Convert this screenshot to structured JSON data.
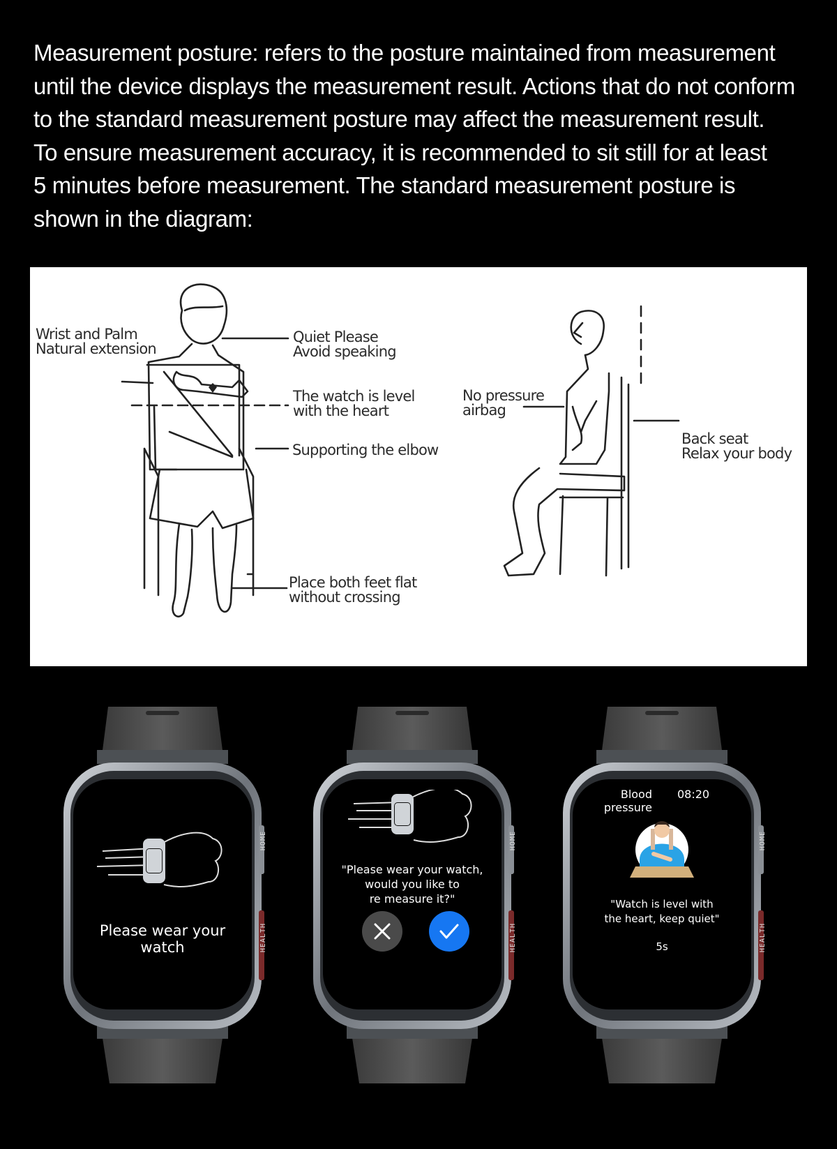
{
  "intro": {
    "lines": [
      "Measurement posture: refers to the posture maintained from measurement",
      "until the device displays the measurement result. Actions that do not conform",
      "to the standard measurement posture may affect the measurement result.",
      "To ensure measurement accuracy, it is recommended to sit still for at least",
      "5 minutes before measurement. The standard measurement posture is",
      "shown in the diagram:"
    ]
  },
  "diagram": {
    "wrist_palm": [
      "Wrist and Palm",
      "Natural extension"
    ],
    "quiet": [
      "Quiet Please",
      "Avoid speaking"
    ],
    "level": [
      "The watch is level",
      "with the heart"
    ],
    "elbow": "Supporting the elbow",
    "feet": [
      "Place both feet flat",
      "without crossing"
    ],
    "airbag": [
      "No pressure",
      "airbag"
    ],
    "back": [
      "Back seat",
      "Relax your body"
    ]
  },
  "watches": {
    "home_label": "HOME",
    "health_label": "HEALTH",
    "w1": {
      "message": "Please wear your watch"
    },
    "w2": {
      "lines": [
        "\"Please wear your watch,",
        "would you like to",
        "re measure it?\""
      ]
    },
    "w3": {
      "title": "Blood pressure",
      "time": "08:20",
      "lines": [
        "\"Watch is level with",
        "the heart, keep quiet\""
      ],
      "countdown": "5s"
    }
  },
  "colors": {
    "confirm": "#1677f2",
    "cancel": "#4a4a4a",
    "accent_red": "#7a2a2a"
  }
}
